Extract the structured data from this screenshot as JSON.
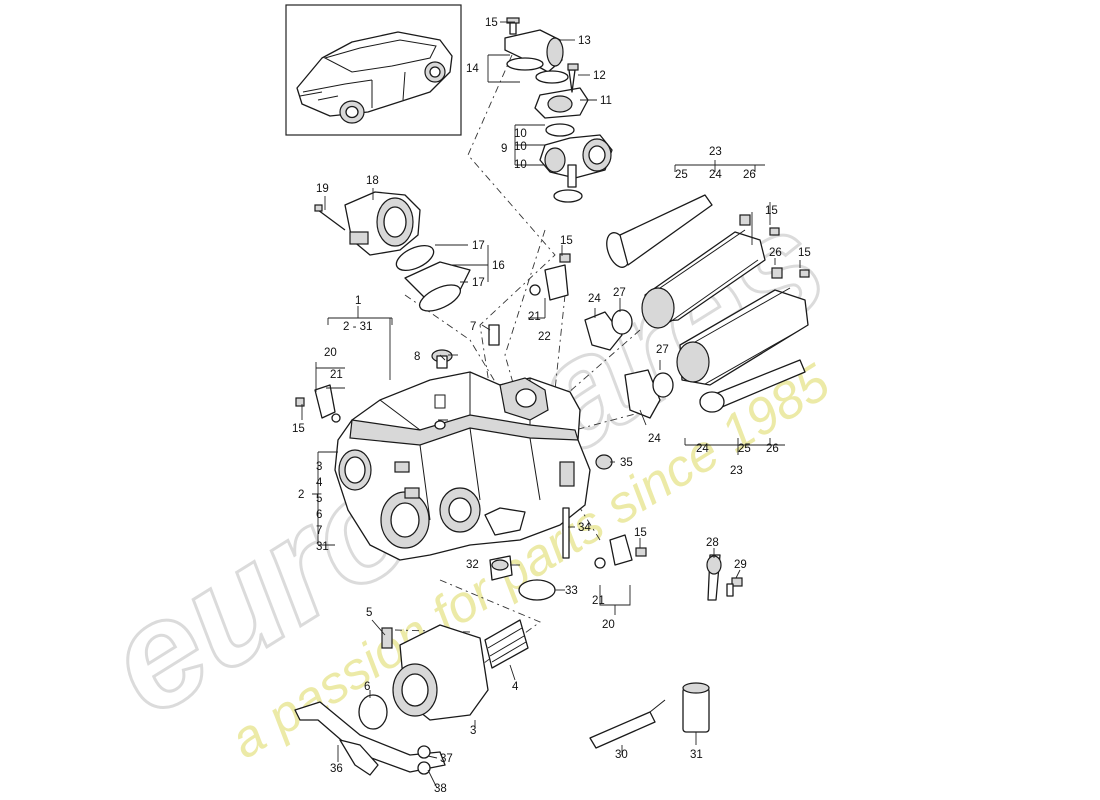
{
  "watermark": {
    "brand": "eurospares",
    "tagline": "a passion for parts since 1985"
  },
  "callouts": {
    "c1": "1",
    "c2_31": "2 - 31",
    "c2": "2",
    "c3": "3",
    "c4": "4",
    "c5": "5",
    "c6": "6",
    "c7": "7",
    "c31": "31",
    "c3b": "3",
    "c4b": "4",
    "c5b": "5",
    "c6b": "6",
    "c7b": "7",
    "c8": "8",
    "c9": "9",
    "c10a": "10",
    "c10b": "10",
    "c10c": "10",
    "c11": "11",
    "c12": "12",
    "c13": "13",
    "c14": "14",
    "c15a": "15",
    "c15b": "15",
    "c15c": "15",
    "c15d": "15",
    "c15e": "15",
    "c15f": "15",
    "c16": "16",
    "c17a": "17",
    "c17b": "17",
    "c18": "18",
    "c19": "19",
    "c20a": "20",
    "c20b": "20",
    "c21a": "21",
    "c21b": "21",
    "c21c": "21",
    "c22": "22",
    "c23a": "23",
    "c23b": "23",
    "c24a": "24",
    "c24b": "24",
    "c24c": "24",
    "c24d": "24",
    "c25a": "25",
    "c25b": "25",
    "c26a": "26",
    "c26b": "26",
    "c26c": "26",
    "c27a": "27",
    "c27b": "27",
    "c28": "28",
    "c29": "29",
    "c30": "30",
    "c31b": "31",
    "c32": "32",
    "c33": "33",
    "c34": "34",
    "c35": "35",
    "c36": "36",
    "c37": "37",
    "c38": "38"
  }
}
